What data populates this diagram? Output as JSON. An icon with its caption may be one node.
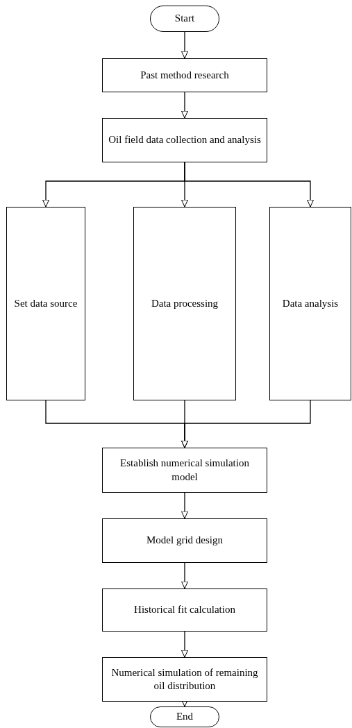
{
  "diagram": {
    "nodes": [
      {
        "text": [
          "Start"
        ]
      },
      {
        "text": [
          "Past method research"
        ]
      },
      {
        "text": [
          "Oil field data collection and analysis"
        ]
      },
      {
        "text": [
          "Set data source"
        ]
      },
      {
        "text": [
          "Data processing"
        ]
      },
      {
        "text": [
          "Data analysis"
        ]
      },
      {
        "text": [
          "Establish numerical simulation model"
        ]
      },
      {
        "text": [
          "Model grid design"
        ]
      },
      {
        "text": [
          "Historical fit calculation"
        ]
      },
      {
        "text": [
          "Numerical simulation of remaining oil distribution"
        ]
      },
      {
        "text": [
          "End"
        ]
      }
    ],
    "edges": [
      {
        "from": 0,
        "to": 1,
        "arrow": "to"
      },
      {
        "from": 1,
        "to": 2,
        "arrow": "to"
      },
      {
        "from": 2,
        "to": 3,
        "arrow": "to"
      },
      {
        "from": 2,
        "to": 4,
        "arrow": "to"
      },
      {
        "from": 2,
        "to": 5,
        "arrow": "to"
      },
      {
        "from": 3,
        "to": 6,
        "arrow": "to"
      },
      {
        "from": 4,
        "to": 6,
        "arrow": "to"
      },
      {
        "from": 5,
        "to": 6,
        "arrow": "to"
      },
      {
        "from": 6,
        "to": 7,
        "arrow": "to"
      },
      {
        "from": 7,
        "to": 8,
        "arrow": "to"
      },
      {
        "from": 8,
        "to": 9,
        "arrow": "to"
      },
      {
        "from": 9,
        "to": 10,
        "arrow": "to"
      }
    ]
  }
}
